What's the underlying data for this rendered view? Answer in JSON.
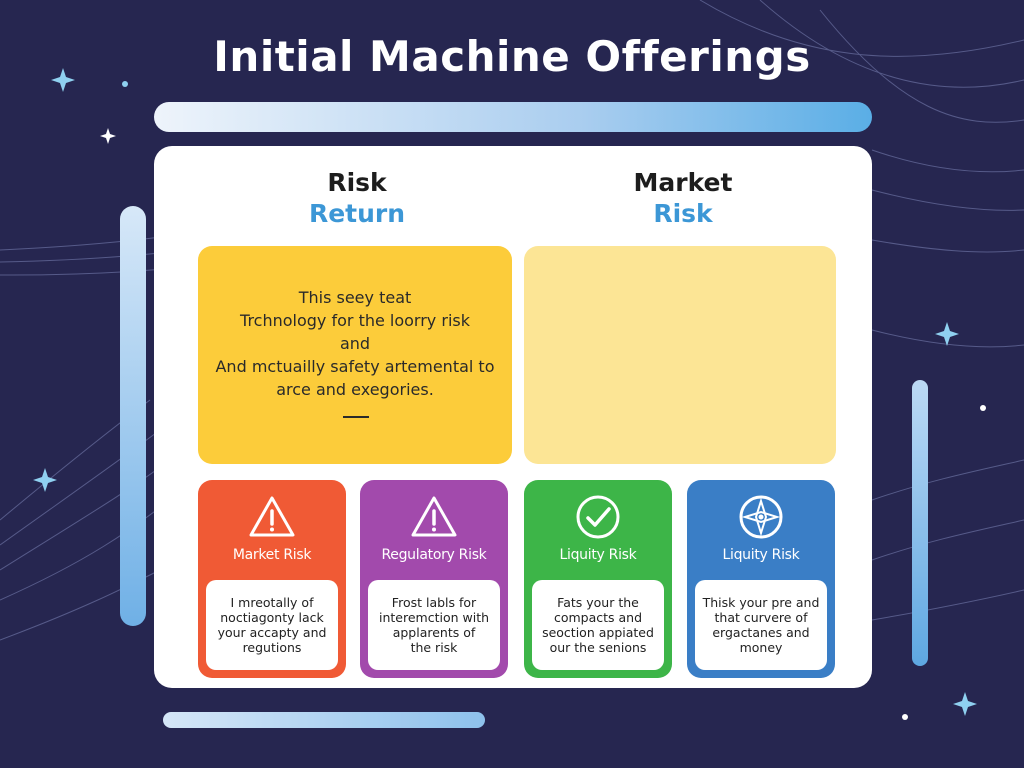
{
  "title": "Initial Machine Offerings",
  "columns": [
    {
      "line1": "Risk",
      "line2": "Return"
    },
    {
      "line1": "Market",
      "line2": "Risk"
    }
  ],
  "main_card": {
    "lines": [
      "This seey teat",
      "Trchnology for the loorry risk",
      "and",
      "And mctuailly safety artemental to",
      "arce and exegories."
    ]
  },
  "risk_cards": [
    {
      "label": "Market Risk",
      "icon": "warning-triangle-icon",
      "color": "#f05a35",
      "lines": [
        "I mreotally of",
        "noctiagonty lack",
        "your accapty and",
        "regutions"
      ]
    },
    {
      "label": "Regulatory Risk",
      "icon": "warning-triangle-icon",
      "color": "#a24aac",
      "lines": [
        "Frost labls for",
        "interemction with",
        "applarents of",
        "the risk"
      ]
    },
    {
      "label": "Liquity Risk",
      "icon": "check-circle-icon",
      "color": "#3db548",
      "lines": [
        "Fats your the",
        "compacts and",
        "seoction appiated",
        "our the senions"
      ]
    },
    {
      "label": "Liquity Risk",
      "icon": "compass-circle-icon",
      "color": "#3a7ec6",
      "lines": [
        "Thisk your pre and",
        "that curvere of",
        "ergactanes and",
        "money"
      ]
    }
  ],
  "colors": {
    "background": "#262650",
    "accent_blue": "#3c97d6",
    "yellow_card": "#fccc3a",
    "pale_yellow_card": "#fce595"
  }
}
